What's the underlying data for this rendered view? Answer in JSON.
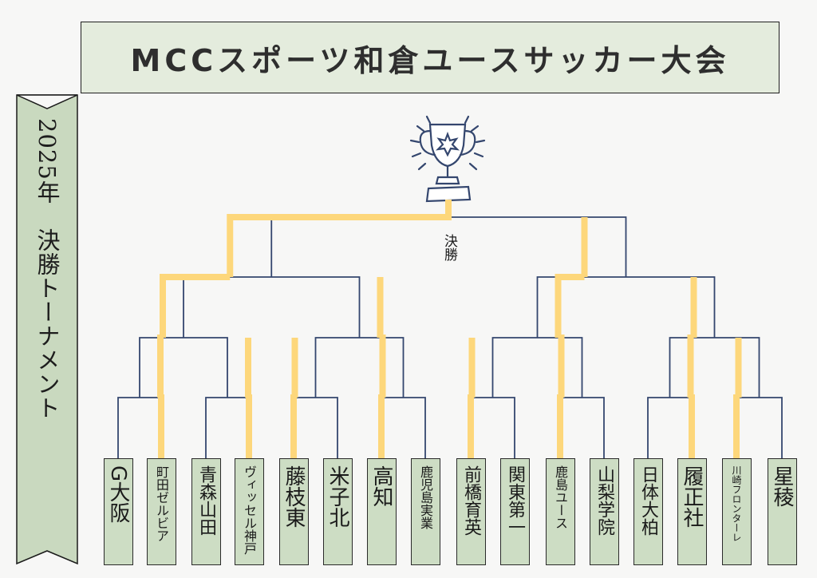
{
  "title": "MCCスポーツ和倉ユースサッカー大会",
  "banner": "2025年　決勝トーナメント",
  "final_label": "決勝",
  "teams": [
    "G大阪",
    "町田ゼルビア",
    "青森山田",
    "ヴィッセル神戸",
    "藤枝東",
    "米子北",
    "高知",
    "鹿児島実業",
    "前橋育英",
    "関東第一",
    "鹿島ユース",
    "山梨学院",
    "日体大柏",
    "履正社",
    "川崎フロンターレ",
    "星稜"
  ],
  "results": {
    "round1_winners": [
      "町田ゼルビア",
      "ヴィッセル神戸",
      "藤枝東",
      "高知",
      "前橋育英",
      "鹿島ユース",
      "履正社",
      "川崎フロンターレ"
    ],
    "quarterfinal_winners": [
      "町田ゼルビア",
      "高知",
      "鹿島ユース",
      "履正社"
    ],
    "semifinal_winners": [
      "町田ゼルビア",
      "鹿島ユース"
    ],
    "champion": "町田ゼルビア"
  },
  "colors": {
    "title_bg": "#e4ecdd",
    "team_bg": "#cdddc4",
    "banner_bg": "#c9d9bf",
    "bracket_line": "#34466e",
    "winner_path": "#fdd77b"
  },
  "icons": {
    "trophy": "trophy-icon"
  }
}
